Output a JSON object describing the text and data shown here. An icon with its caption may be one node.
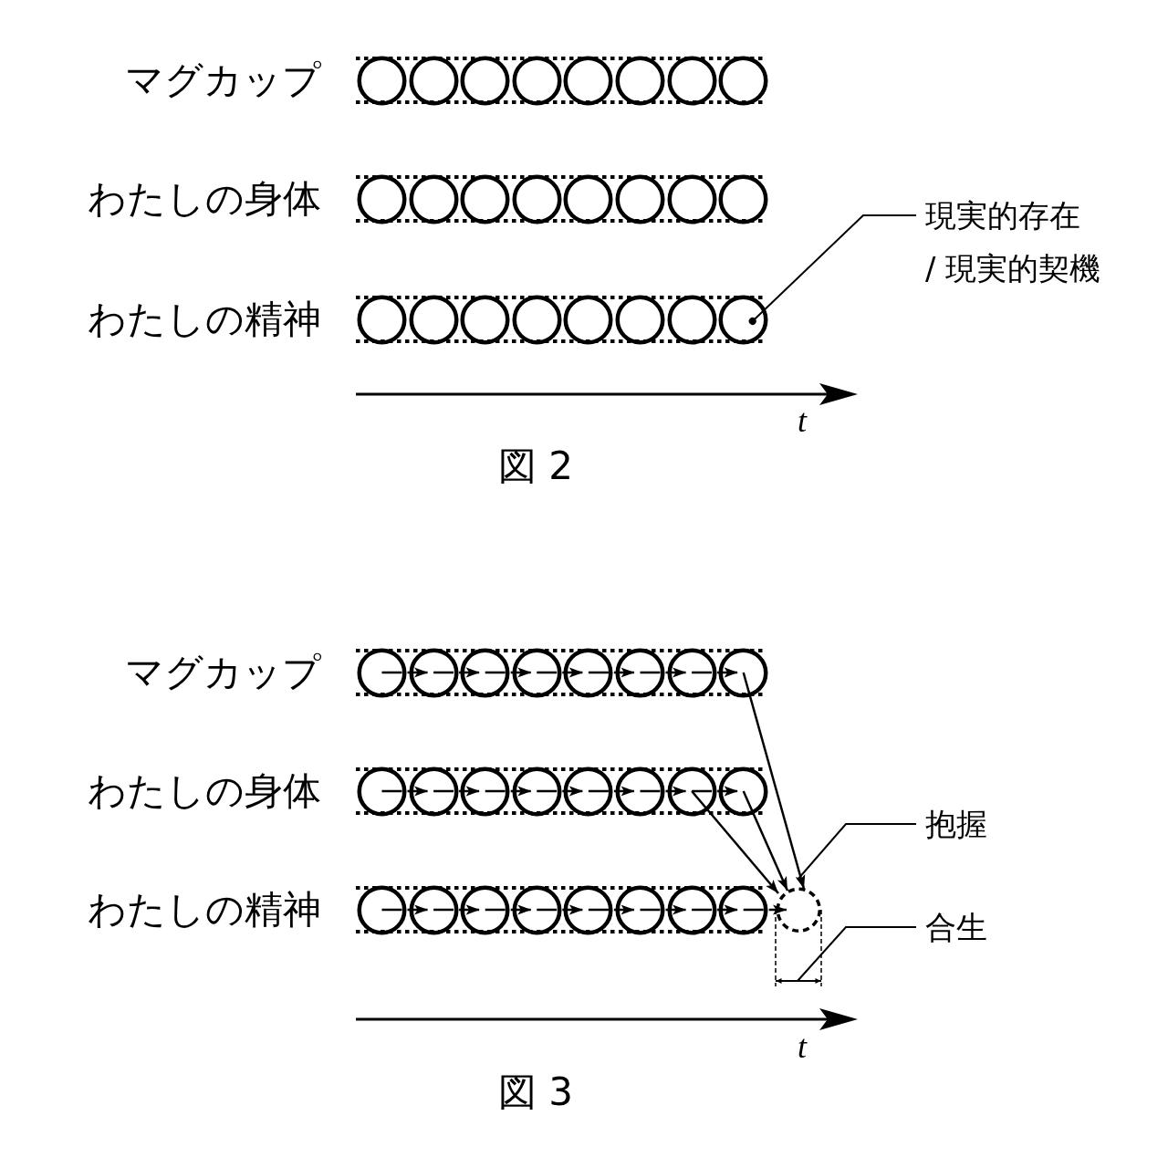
{
  "diagram": {
    "nodes": [
      {
        "text": [
          "マグカップ"
        ]
      },
      {
        "text": [],
        "shape": "circle",
        "in": 0
      },
      {
        "text": [],
        "shape": "circle",
        "in": 0
      },
      {
        "text": [],
        "shape": "circle",
        "in": 0
      },
      {
        "text": [],
        "shape": "circle",
        "in": 0
      },
      {
        "text": [],
        "shape": "circle",
        "in": 0
      },
      {
        "text": [],
        "shape": "circle",
        "in": 0
      },
      {
        "text": [],
        "shape": "circle",
        "in": 0
      },
      {
        "text": [],
        "shape": "circle",
        "in": 0
      },
      {
        "text": [
          "わたしの身体"
        ]
      },
      {
        "text": [],
        "shape": "circle",
        "in": 9
      },
      {
        "text": [],
        "shape": "circle",
        "in": 9
      },
      {
        "text": [],
        "shape": "circle",
        "in": 9
      },
      {
        "text": [],
        "shape": "circle",
        "in": 9
      },
      {
        "text": [],
        "shape": "circle",
        "in": 9
      },
      {
        "text": [],
        "shape": "circle",
        "in": 9
      },
      {
        "text": [],
        "shape": "circle",
        "in": 9
      },
      {
        "text": [],
        "shape": "circle",
        "in": 9
      },
      {
        "text": [
          "わたしの精神"
        ]
      },
      {
        "text": [],
        "shape": "circle",
        "in": 18
      },
      {
        "text": [],
        "shape": "circle",
        "in": 18
      },
      {
        "text": [],
        "shape": "circle",
        "in": 18
      },
      {
        "text": [],
        "shape": "circle",
        "in": 18
      },
      {
        "text": [],
        "shape": "circle",
        "in": 18
      },
      {
        "text": [],
        "shape": "circle",
        "in": 18
      },
      {
        "text": [],
        "shape": "circle",
        "in": 18
      },
      {
        "text": [],
        "shape": "circle",
        "in": 18
      },
      {
        "text": [
          "現実的存在",
          "/ 現実的契機"
        ]
      },
      {
        "text": [
          "マグカップ"
        ]
      },
      {
        "text": [],
        "shape": "circle",
        "in": 28
      },
      {
        "text": [],
        "shape": "circle",
        "in": 28
      },
      {
        "text": [],
        "shape": "circle",
        "in": 28
      },
      {
        "text": [],
        "shape": "circle",
        "in": 28
      },
      {
        "text": [],
        "shape": "circle",
        "in": 28
      },
      {
        "text": [],
        "shape": "circle",
        "in": 28
      },
      {
        "text": [],
        "shape": "circle",
        "in": 28
      },
      {
        "text": [],
        "shape": "circle",
        "in": 28
      },
      {
        "text": [
          "わたしの身体"
        ]
      },
      {
        "text": [],
        "shape": "circle",
        "in": 37
      },
      {
        "text": [],
        "shape": "circle",
        "in": 37
      },
      {
        "text": [],
        "shape": "circle",
        "in": 37
      },
      {
        "text": [],
        "shape": "circle",
        "in": 37
      },
      {
        "text": [],
        "shape": "circle",
        "in": 37
      },
      {
        "text": [],
        "shape": "circle",
        "in": 37
      },
      {
        "text": [],
        "shape": "circle",
        "in": 37
      },
      {
        "text": [],
        "shape": "circle",
        "in": 37
      },
      {
        "text": [
          "わたしの精神"
        ]
      },
      {
        "text": [],
        "shape": "circle",
        "in": 46
      },
      {
        "text": [],
        "shape": "circle",
        "in": 46
      },
      {
        "text": [],
        "shape": "circle",
        "in": 46
      },
      {
        "text": [],
        "shape": "circle",
        "in": 46
      },
      {
        "text": [],
        "shape": "circle",
        "in": 46
      },
      {
        "text": [],
        "shape": "circle",
        "in": 46
      },
      {
        "text": [],
        "shape": "circle",
        "in": 46
      },
      {
        "text": [],
        "shape": "circle",
        "in": 46
      },
      {
        "text": [],
        "shape": "circle"
      },
      {
        "text": [
          "抱握"
        ]
      },
      {
        "text": [
          "合生"
        ]
      }
    ],
    "edges": [
      {
        "from": 27,
        "to": 26,
        "arrow": "other"
      },
      {
        "from": 29,
        "to": 30,
        "arrow": "to",
        "style": "dashed"
      },
      {
        "from": 30,
        "to": 31,
        "arrow": "to",
        "style": "dashed"
      },
      {
        "from": 31,
        "to": 32,
        "arrow": "to",
        "style": "dashed"
      },
      {
        "from": 32,
        "to": 33,
        "arrow": "to",
        "style": "dashed"
      },
      {
        "from": 33,
        "to": 34,
        "arrow": "to",
        "style": "dashed"
      },
      {
        "from": 34,
        "to": 35,
        "arrow": "to",
        "style": "dashed"
      },
      {
        "from": 35,
        "to": 36,
        "arrow": "to",
        "style": "dashed"
      },
      {
        "from": 38,
        "to": 39,
        "arrow": "to",
        "style": "dashed"
      },
      {
        "from": 39,
        "to": 40,
        "arrow": "to",
        "style": "dashed"
      },
      {
        "from": 40,
        "to": 41,
        "arrow": "to",
        "style": "dashed"
      },
      {
        "from": 41,
        "to": 42,
        "arrow": "to",
        "style": "dashed"
      },
      {
        "from": 42,
        "to": 43,
        "arrow": "to",
        "style": "dashed"
      },
      {
        "from": 43,
        "to": 44,
        "arrow": "to",
        "style": "dashed"
      },
      {
        "from": 44,
        "to": 45,
        "arrow": "to",
        "style": "dashed"
      },
      {
        "from": 47,
        "to": 48,
        "arrow": "to",
        "style": "dashed"
      },
      {
        "from": 48,
        "to": 49,
        "arrow": "to",
        "style": "dashed"
      },
      {
        "from": 49,
        "to": 50,
        "arrow": "to",
        "style": "dashed"
      },
      {
        "from": 50,
        "to": 51,
        "arrow": "to",
        "style": "dashed"
      },
      {
        "from": 51,
        "to": 52,
        "arrow": "to",
        "style": "dashed"
      },
      {
        "from": 52,
        "to": 53,
        "arrow": "to",
        "style": "dashed"
      },
      {
        "from": 53,
        "to": 54,
        "arrow": "to",
        "style": "dashed"
      },
      {
        "from": 54,
        "to": 55,
        "arrow": "to",
        "style": "dashed"
      },
      {
        "from": 36,
        "to": 55,
        "arrow": "to"
      },
      {
        "from": 44,
        "to": 55,
        "arrow": "to"
      },
      {
        "from": 45,
        "to": 55,
        "arrow": "to"
      },
      {
        "from": 56,
        "to": 55,
        "arrow": "none"
      },
      {
        "from": 57,
        "to": null,
        "arrow": "none"
      }
    ],
    "labels": [
      "t",
      "図 2",
      "t",
      "図 3"
    ]
  }
}
